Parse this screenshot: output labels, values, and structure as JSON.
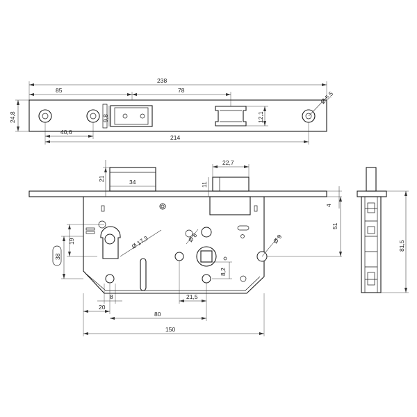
{
  "faceplate_view": {
    "overall_length": "238",
    "hole_to_slot": "85",
    "slot_to_slot": "78",
    "plate_height": "24,8",
    "slot_height": "9,8",
    "slot2_height": "12,1",
    "hole_diameter": "Ø 5,5",
    "hole_offset": "40,6",
    "hole_spacing": "214"
  },
  "front_view": {
    "bolt_dim": "22,7",
    "bolt_offset": "11",
    "latch_height": "21",
    "latch_width": "34",
    "plate_thickness": "4",
    "handle_offset": "51",
    "body_height": "81,5",
    "spindle_offset": "19",
    "cylinder_height": "38",
    "cylinder_diameter": "Ø 17,3",
    "small_hole_diameter": "Ø 8",
    "mount_hole_diameter": "Ø 9",
    "spindle_square": "8,2",
    "cylinder_width": "8",
    "cylinder_center": "20",
    "spindle_to_hole": "21,5",
    "backset": "80",
    "body_length": "150"
  },
  "colors": {
    "line": "#1a1a1a",
    "dimension": "#333333",
    "background": "#ffffff"
  }
}
